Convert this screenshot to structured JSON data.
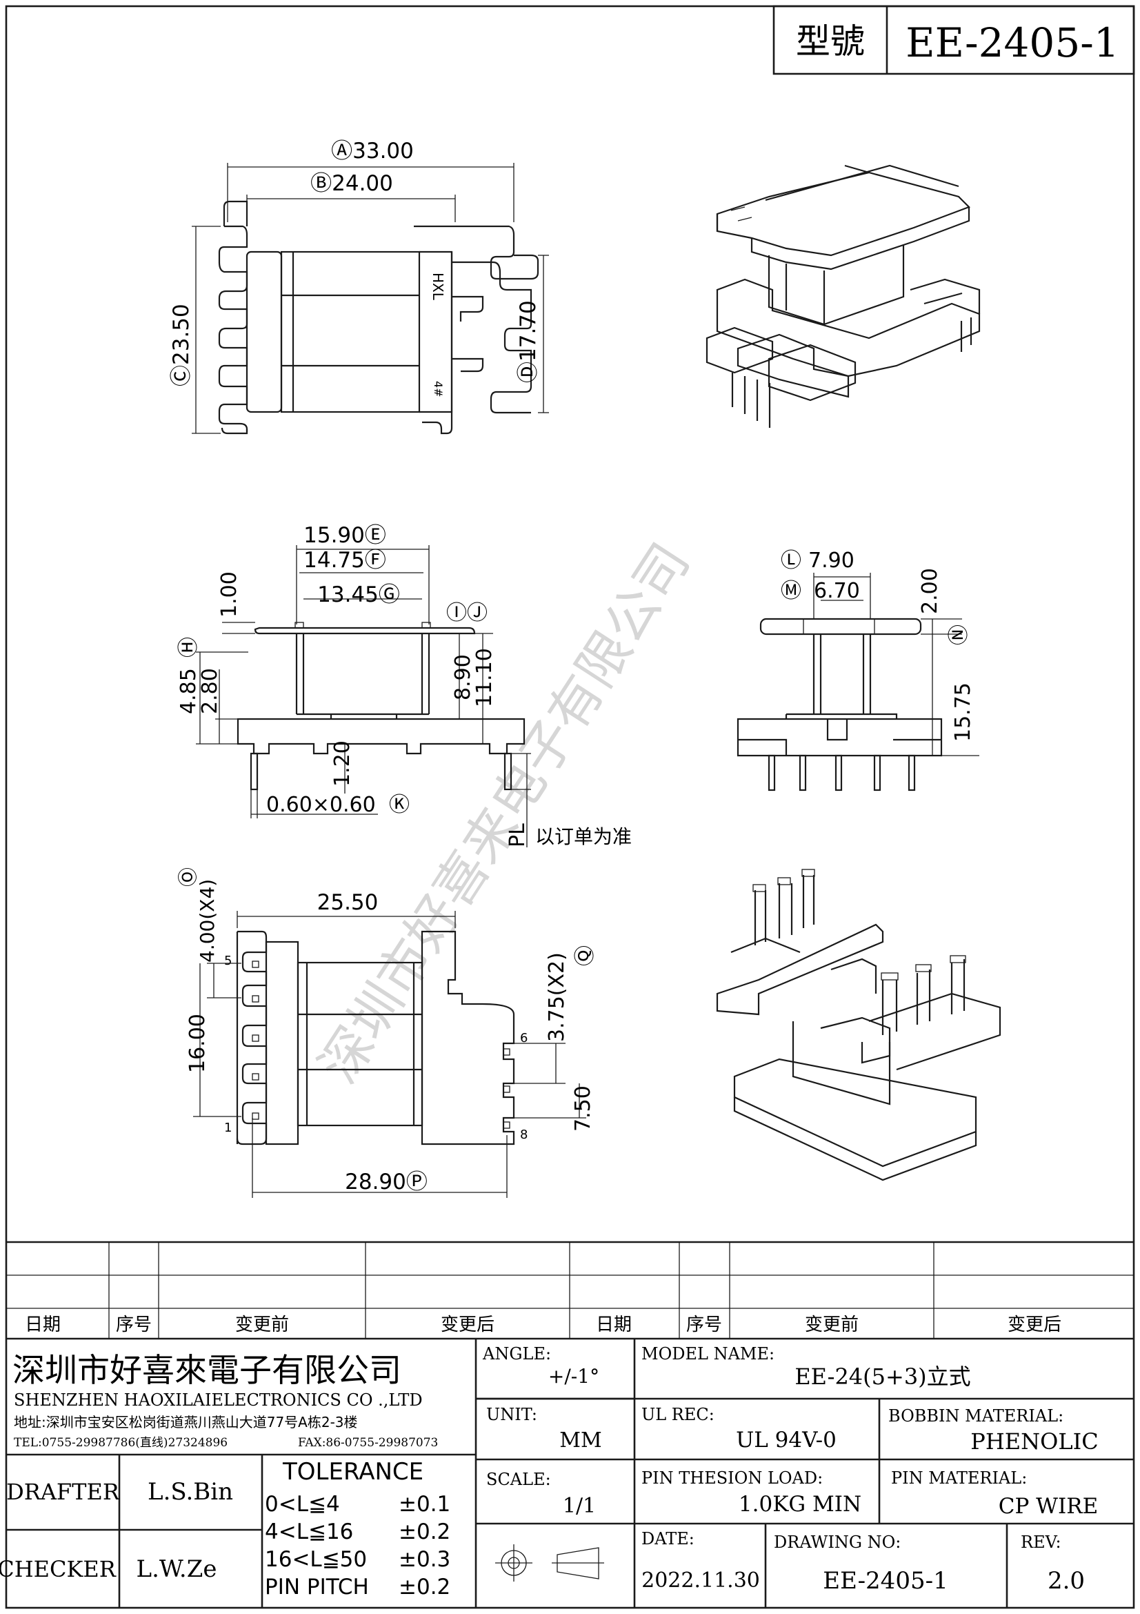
{
  "title_block": {
    "model_label": "型號",
    "model_value": "EE-2405-1"
  },
  "dims_top": {
    "A": "Ⓐ33.00",
    "B": "Ⓑ24.00",
    "C": "Ⓒ23.50",
    "D": "Ⓓ17.70",
    "marking1": "HXL",
    "marking2": "4#"
  },
  "dims_front": {
    "E": "15.90Ⓔ",
    "F": "14.75Ⓕ",
    "G": "13.45Ⓖ",
    "IJ": "ⒾⒿ",
    "d100": "1.00",
    "H": "Ⓗ",
    "d485": "4.85",
    "d280": "2.80",
    "d890": "8.90",
    "d1110": "11.10",
    "d120": "1.20",
    "K": "0.60×0.60",
    "K_circle": "Ⓚ",
    "PL": "PL",
    "PL_note": "以订单为准"
  },
  "dims_side": {
    "L": "Ⓛ",
    "d790": "7.90",
    "M": "Ⓜ",
    "d670": "6.70",
    "d200": "2.00",
    "N": "Ⓝ",
    "d1575": "15.75"
  },
  "dims_bottom": {
    "O": "Ⓞ",
    "d400": "4.00(X4)",
    "d2550": "25.50",
    "d1600": "16.00",
    "d375": "3.75(X2)",
    "Q": "Ⓠ",
    "d750": "7.50",
    "P": "28.90Ⓟ",
    "pins": [
      "5",
      "1",
      "6",
      "8"
    ]
  },
  "watermark": "深圳市好喜来电子有限公司",
  "revision_table": {
    "headers": [
      "日期",
      "序号",
      "变更前",
      "变更后",
      "日期",
      "序号",
      "变更前",
      "变更后"
    ]
  },
  "company": {
    "name_cn": "深圳市好喜來電子有限公司",
    "name_en": "SHENZHEN HAOXILAIELECTRONICS CO .,LTD",
    "address": "地址:深圳市宝安区松岗街道燕川燕山大道77号A栋2-3楼",
    "tel": "TEL:0755-29987786(直线)27324896",
    "fax": "FAX:86-0755-29987073"
  },
  "fields": {
    "angle_label": "ANGLE:",
    "angle_value": "+/-1°",
    "model_name_label": "MODEL NAME:",
    "model_name_value": "EE-24(5+3)立式",
    "unit_label": "UNIT:",
    "unit_value": "MM",
    "ul_label": "UL REC:",
    "ul_value": "UL 94V-0",
    "bobbin_label": "BOBBIN MATERIAL:",
    "bobbin_value": "PHENOLIC",
    "scale_label": "SCALE:",
    "scale_value": "1/1",
    "pin_tension_label": "PIN THESION LOAD:",
    "pin_tension_value": "1.0KG MIN",
    "pin_material_label": "PIN MATERIAL:",
    "pin_material_value": "CP  WIRE",
    "date_label": "DATE:",
    "date_value": "2022.11.30",
    "drawing_no_label": "DRAWING NO:",
    "drawing_no_value": "EE-2405-1",
    "rev_label": "REV:",
    "rev_value": "2.0"
  },
  "people": {
    "drafter_label": "DRAFTER",
    "drafter_value": "L.S.Bin",
    "checker_label": "CHECKER",
    "checker_value": "L.W.Ze"
  },
  "tolerance": {
    "title": "TOLERANCE",
    "rows": [
      {
        "range": "0<L≦4",
        "value": "±0.1"
      },
      {
        "range": "4<L≦16",
        "value": "±0.2"
      },
      {
        "range": "16<L≦50",
        "value": "±0.3"
      },
      {
        "range": "PIN PITCH",
        "value": "±0.2"
      }
    ]
  }
}
